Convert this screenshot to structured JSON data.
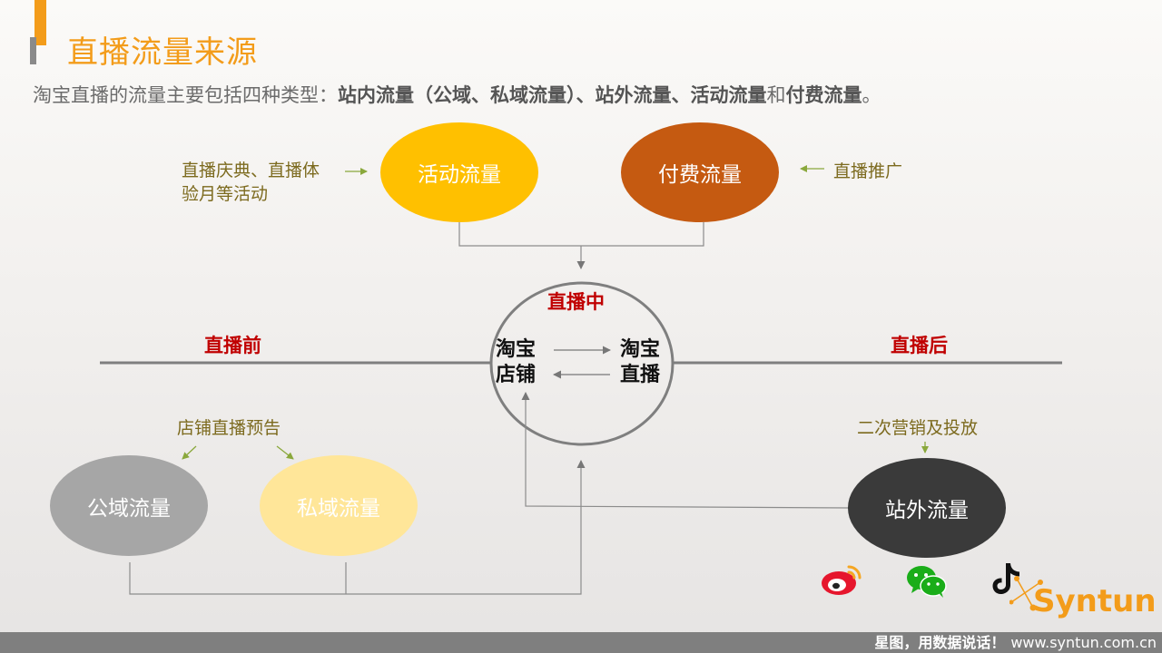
{
  "header": {
    "title": "直播流量来源"
  },
  "subtitle": {
    "prefix": "淘宝直播的流量主要包括四种类型：",
    "types_bold": "站内流量（公域、私域流量）、站外流量、活动流量",
    "and": "和",
    "paid_bold": "付费流量",
    "end": "。"
  },
  "nodes": {
    "activity": "活动流量",
    "paid": "付费流量",
    "public": "公域流量",
    "private": "私域流量",
    "external": "站外流量"
  },
  "notes": {
    "activity_line1": "直播庆典、直播体",
    "activity_line2": "验月等活动",
    "paid": "直播推广",
    "preview": "店铺直播预告",
    "marketing": "二次营销及投放"
  },
  "stages": {
    "before": "直播前",
    "during": "直播中",
    "after": "直播后"
  },
  "center": {
    "left_line1": "淘宝",
    "left_line2": "店铺",
    "right_line1": "淘宝",
    "right_line2": "直播"
  },
  "logo": {
    "text": "Syntun"
  },
  "footer": {
    "slogan": "星图，用数据说话！",
    "url": "www.syntun.com.cn"
  },
  "colors": {
    "activity": "#ffc000",
    "paid": "#c55a11",
    "public": "#a6a6a6",
    "private": "#ffe699",
    "external": "#3a3a3a",
    "accent": "#f39c1a",
    "stage": "#c00000"
  },
  "icons": [
    "weibo-icon",
    "wechat-icon",
    "tiktok-icon"
  ]
}
